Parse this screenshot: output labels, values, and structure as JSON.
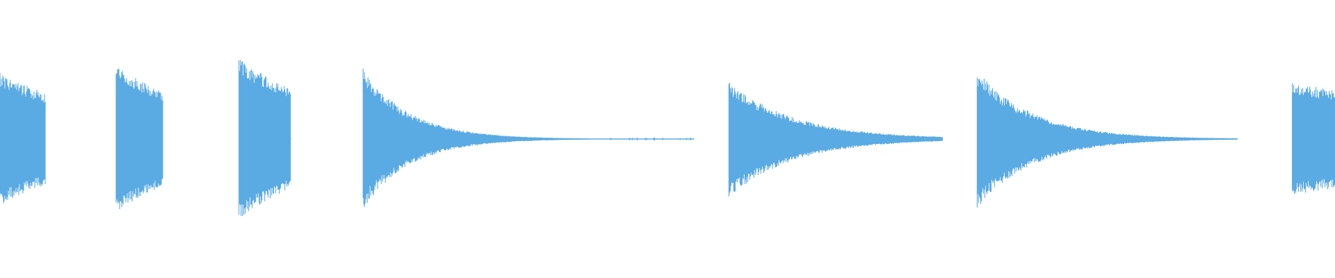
{
  "waveform": {
    "color": "#5aaae3",
    "background": "#ffffff",
    "timeline_fraction_range": [
      0,
      1
    ],
    "amplitude_range": [
      -1,
      1
    ],
    "events": [
      {
        "start": 0.0,
        "end": 0.034,
        "peak": 0.48,
        "decay": 0.26,
        "noise": 0.22
      },
      {
        "start": 0.087,
        "end": 0.122,
        "peak": 0.53,
        "decay": 0.23,
        "noise": 0.2
      },
      {
        "start": 0.179,
        "end": 0.218,
        "peak": 0.58,
        "decay": 0.23,
        "noise": 0.2
      },
      {
        "start": 0.272,
        "end": 0.52,
        "peak": 0.51,
        "decay": 0.1,
        "noise": 0.24
      },
      {
        "start": 0.546,
        "end": 0.706,
        "peak": 0.42,
        "decay": 0.14,
        "noise": 0.24
      },
      {
        "start": 0.732,
        "end": 0.927,
        "peak": 0.5,
        "decay": 0.12,
        "noise": 0.24
      },
      {
        "start": 0.968,
        "end": 1.0,
        "peak": 0.4,
        "decay": 0.8,
        "noise": 0.22
      }
    ]
  }
}
